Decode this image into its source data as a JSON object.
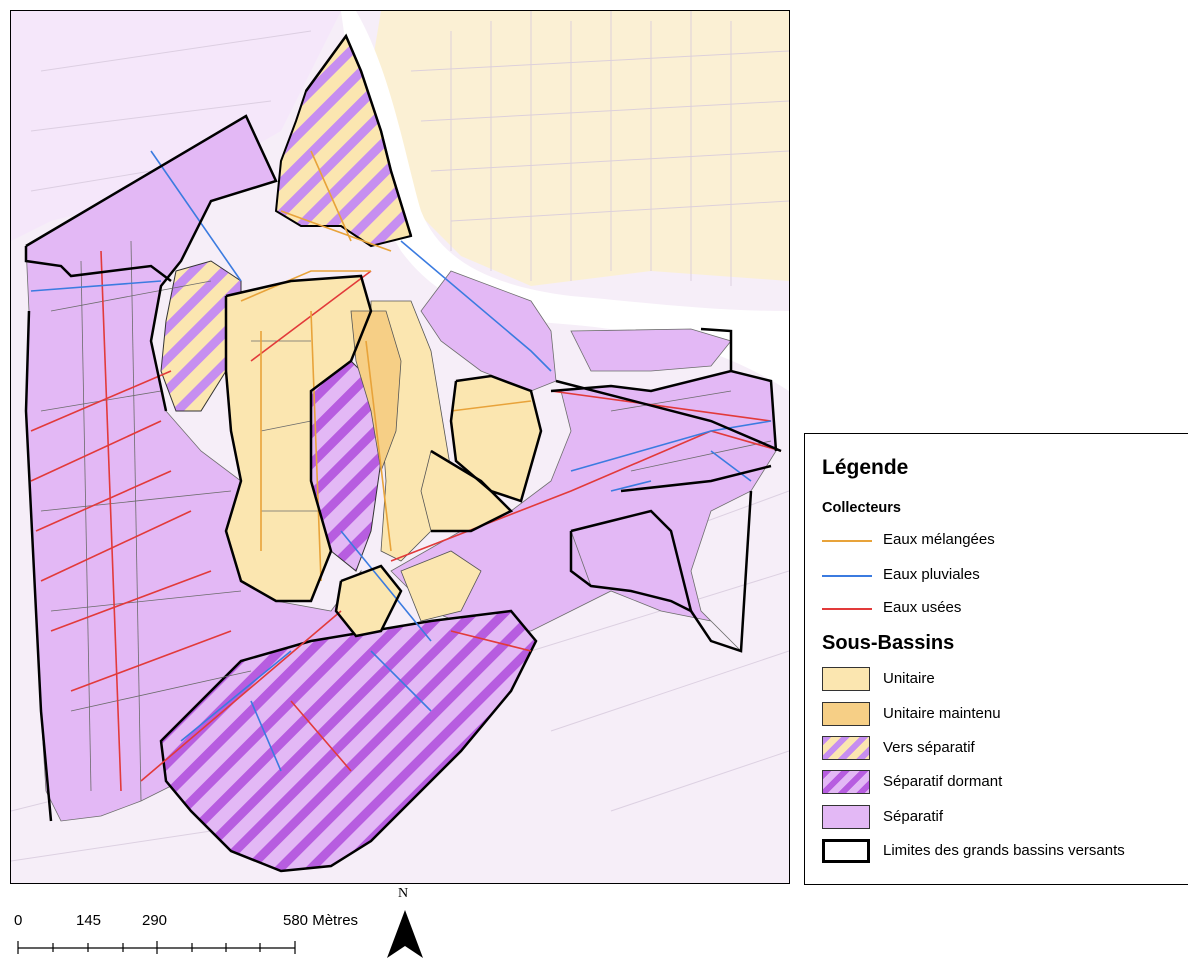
{
  "legend": {
    "title": "Légende",
    "collecteurs_title": "Collecteurs",
    "lines": [
      {
        "label": "Eaux mélangées",
        "color": "#e8a33a"
      },
      {
        "label": "Eaux pluviales",
        "color": "#3b7be0"
      },
      {
        "label": "Eaux usées",
        "color": "#e23a3a"
      }
    ],
    "sous_bassins_title": "Sous-Bassins",
    "zones": [
      {
        "label": "Unitaire",
        "fill": "#fbe6b0",
        "pattern": "none"
      },
      {
        "label": "Unitaire maintenu",
        "fill": "#f6cf86",
        "pattern": "none"
      },
      {
        "label": "Vers séparatif",
        "fill": "#fbe6b0",
        "pattern": "hatch-purple"
      },
      {
        "label": "Séparatif dormant",
        "fill": "#d9a8f0",
        "pattern": "hatch-dark"
      },
      {
        "label": "Séparatif",
        "fill": "#e3b8f5",
        "pattern": "none"
      },
      {
        "label": "Limites des grands bassins versants",
        "fill": "#ffffff",
        "pattern": "thick-border"
      }
    ]
  },
  "scalebar": {
    "ticks": [
      "0",
      "145",
      "290",
      "580 Mètres"
    ]
  },
  "north_arrow": {
    "label": "N"
  },
  "colors": {
    "river": "#ffffff",
    "background": "#f6eef8",
    "unitaire": "#fbe6b0",
    "separatif": "#e3b8f5",
    "dormant_hatch": "#b75de0",
    "boundary": "#000000"
  }
}
